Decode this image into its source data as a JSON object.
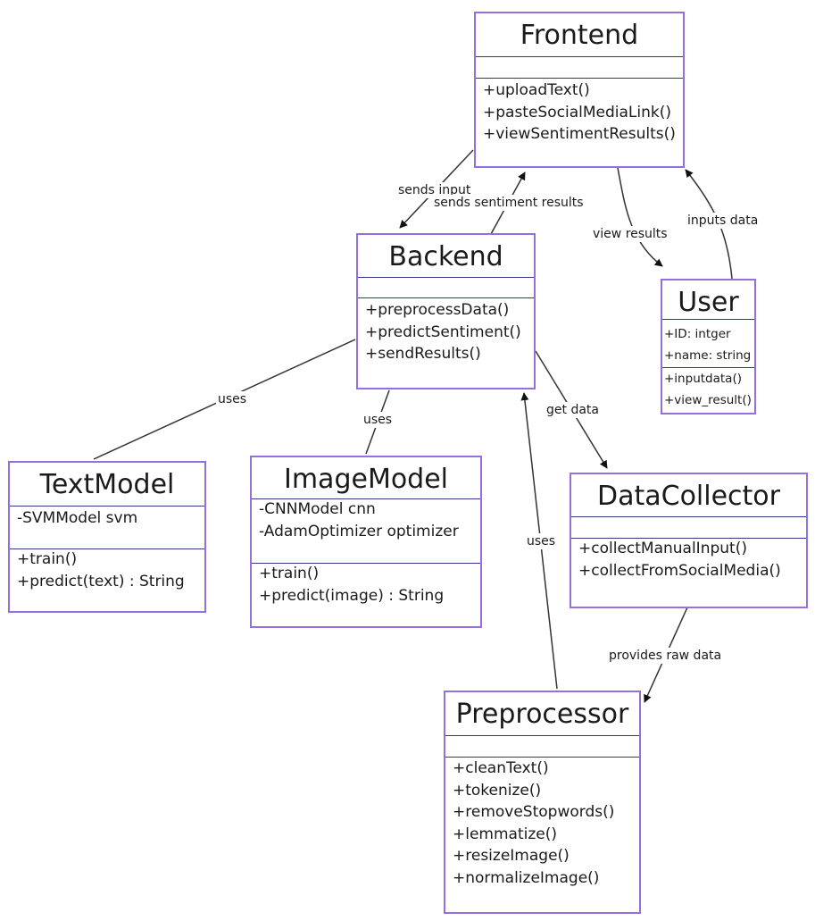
{
  "classes": {
    "frontend": {
      "name": "Frontend",
      "attributes": [],
      "methods": [
        "+uploadText()",
        "+pasteSocialMediaLink()",
        "+viewSentimentResults()"
      ]
    },
    "backend": {
      "name": "Backend",
      "attributes": [],
      "methods": [
        "+preprocessData()",
        "+predictSentiment()",
        "+sendResults()"
      ]
    },
    "user": {
      "name": "User",
      "attributes": [
        "+ID: intger",
        "+name: string"
      ],
      "methods": [
        "+inputdata()",
        "+view_result()"
      ]
    },
    "textmodel": {
      "name": "TextModel",
      "attributes": [
        "-SVMModel svm"
      ],
      "methods": [
        "+train()",
        "+predict(text) : String"
      ]
    },
    "imagemodel": {
      "name": "ImageModel",
      "attributes": [
        "-CNNModel cnn",
        "-AdamOptimizer optimizer"
      ],
      "methods": [
        "+train()",
        "+predict(image) : String"
      ]
    },
    "datacollector": {
      "name": "DataCollector",
      "attributes": [],
      "methods": [
        "+collectManualInput()",
        "+collectFromSocialMedia()"
      ]
    },
    "preprocessor": {
      "name": "Preprocessor",
      "attributes": [],
      "methods": [
        "+cleanText()",
        "+tokenize()",
        "+removeStopwords()",
        "+lemmatize()",
        "+resizeImage()",
        "+normalizeImage()"
      ]
    }
  },
  "edges": {
    "sends_input": "sends input",
    "sends_results": "sends sentiment results",
    "view_results": "view results",
    "inputs_data": "inputs data",
    "uses_text": "uses",
    "uses_image": "uses",
    "get_data": "get data",
    "uses_pre": "uses",
    "provides_raw": "provides raw data"
  },
  "colors": {
    "border": "#9370DB",
    "divider": "#2b3a8a",
    "edge": "#333333"
  }
}
